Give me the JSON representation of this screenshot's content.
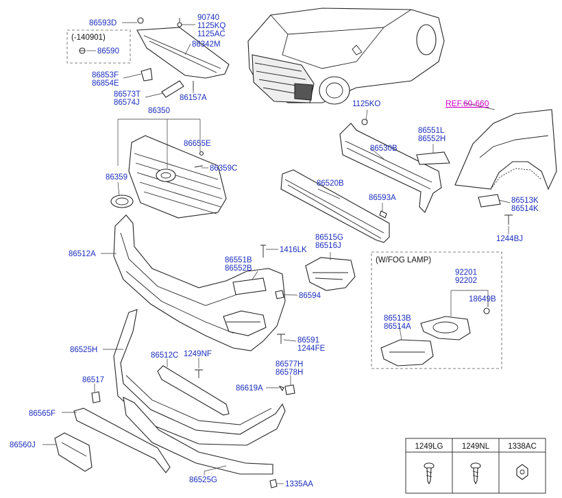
{
  "labels": {
    "l_86593D": "86593D",
    "l_90740": "90740",
    "l_1125KQ": "1125KQ",
    "l_1125AC": "1125AC",
    "l_140901": "(-140901)",
    "l_86590": "86590",
    "l_86342M": "86342M",
    "l_86853F": "86853F",
    "l_86854E": "86854E",
    "l_86573T": "86573T",
    "l_86574J": "86574J",
    "l_86157A": "86157A",
    "l_86350": "86350",
    "l_86655E": "86655E",
    "l_86359C": "86359C",
    "l_86359": "86359",
    "l_1125KO": "1125KO",
    "l_ref": "REF.60-660",
    "l_86551L": "86551L",
    "l_86552H": "86552H",
    "l_86530B": "86530B",
    "l_86520B": "86520B",
    "l_86593A": "86593A",
    "l_86513K": "86513K",
    "l_86514K": "86514K",
    "l_1244BJ": "1244BJ",
    "l_86512A": "86512A",
    "l_1416LK": "1416LK",
    "l_86515G": "86515G",
    "l_86516J": "86516J",
    "l_86551B": "86551B",
    "l_86552B": "86552B",
    "l_86594": "86594",
    "l_wfog": "(W/FOG LAMP)",
    "l_92201": "92201",
    "l_92202": "92202",
    "l_18649B": "18649B",
    "l_86513B": "86513B",
    "l_86514A": "86514A",
    "l_86591": "86591",
    "l_1244FE": "1244FE",
    "l_86525H": "86525H",
    "l_86512C": "86512C",
    "l_1249NF": "1249NF",
    "l_86577H": "86577H",
    "l_86578H": "86578H",
    "l_86517": "86517",
    "l_86619A": "86619A",
    "l_86565F": "86565F",
    "l_86560J": "86560J",
    "l_86525G": "86525G",
    "l_1335AA": "1335AA"
  },
  "fastener_table": {
    "headers": [
      "1249LG",
      "1249NL",
      "1338AC"
    ]
  }
}
